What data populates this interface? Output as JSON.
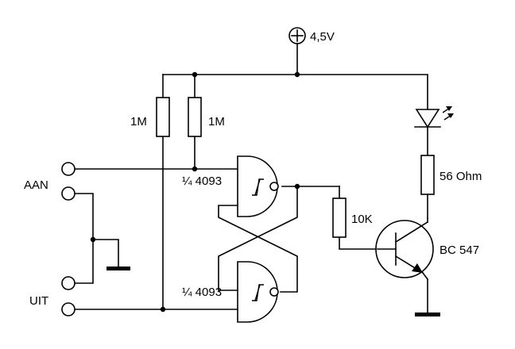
{
  "supply": {
    "label": "4,5V"
  },
  "resistors": {
    "r1": {
      "label": "1M"
    },
    "r2": {
      "label": "1M"
    },
    "r3": {
      "label": "10K"
    },
    "r4": {
      "label": "56 Ohm"
    }
  },
  "gates": {
    "top": {
      "label": "¼ 4093"
    },
    "bottom": {
      "label": "¼ 4093"
    }
  },
  "transistor": {
    "label": "BC 547"
  },
  "inputs": {
    "on": {
      "label": "AAN"
    },
    "off": {
      "label": "UIT"
    }
  }
}
